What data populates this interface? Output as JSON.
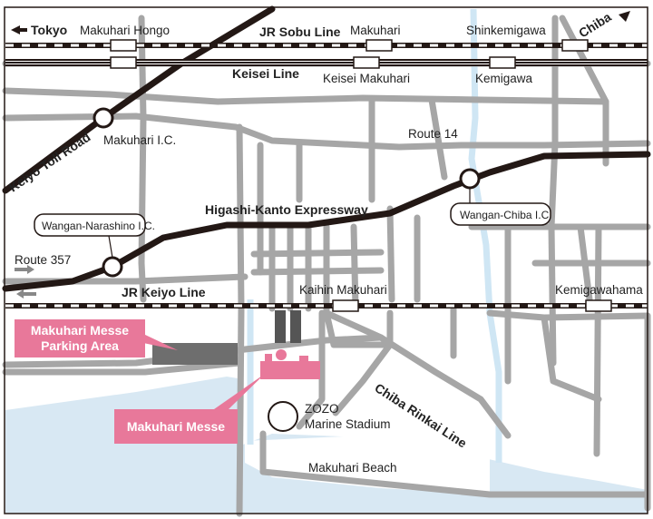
{
  "colors": {
    "road": "#a6a6a6",
    "expressway": "#231815",
    "water": "#d8e8f3",
    "river": "#cfe6f4",
    "accent_pink": "#e8789a",
    "building": "#6e6e6e"
  },
  "directions": {
    "tokyo": "Tokyo",
    "chiba": "Chiba"
  },
  "rail": {
    "jr_sobu": "JR Sobu Line",
    "keisei": "Keisei Line",
    "jr_keiyo": "JR Keiyo Line"
  },
  "stations": {
    "makuhari_hongo": "Makuhari Hongo",
    "makuhari": "Makuhari",
    "shinkemigawa": "Shinkemigawa",
    "keisei_makuhari": "Keisei Makuhari",
    "kemigawa": "Kemigawa",
    "kaihin_makuhari": "Kaihin Makuhari",
    "kemigawahama": "Kemigawahama"
  },
  "roads": {
    "keiyo_toll_road": "Keiyo Toll Road",
    "route_14": "Route 14",
    "higashi_kanto": "Higashi-Kanto Expressway",
    "route_357": "Route 357",
    "chiba_rinkai": "Chiba Rinkai Line"
  },
  "interchanges": {
    "makuhari_ic": "Makuhari I.C.",
    "wangan_narashino_ic": "Wangan-Narashino I.C.",
    "wangan_chiba_ic": "Wangan-Chiba I.C."
  },
  "landmarks": {
    "parking_line1": "Makuhari Messe",
    "parking_line2": "Parking Area",
    "messe": "Makuhari Messe",
    "stadium_line1": "ZOZO",
    "stadium_line2": "Marine Stadium",
    "beach": "Makuhari Beach"
  }
}
